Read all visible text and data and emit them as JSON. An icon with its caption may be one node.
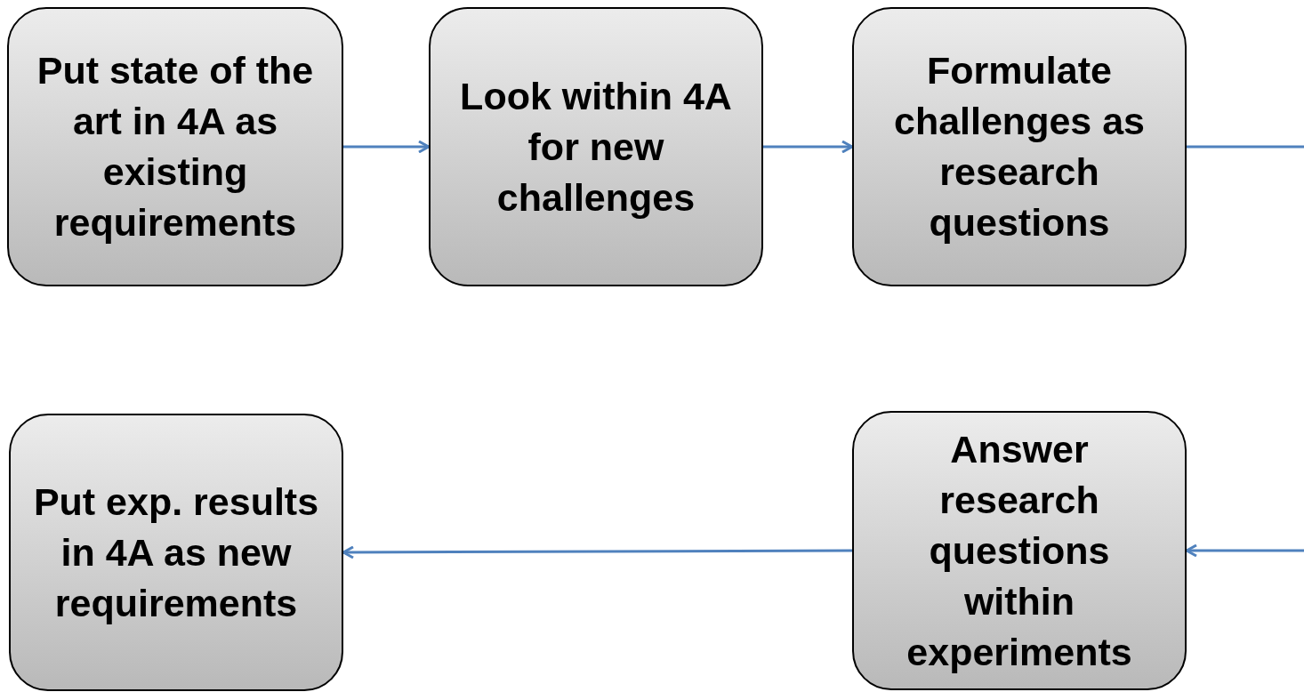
{
  "diagram": {
    "nodes": [
      {
        "text": [
          "Put state of the art in 4A as existing requirements"
        ]
      },
      {
        "text": [
          "Look within 4A for new challenges"
        ]
      },
      {
        "text": [
          "Formulate challenges as research questions"
        ]
      },
      {
        "text": [
          "Put exp. results in 4A as new requirements"
        ]
      },
      {
        "text": [
          "Answer research questions within experiments"
        ]
      }
    ],
    "edges": [
      {
        "from": 0,
        "to": 1,
        "arrow": "to"
      },
      {
        "from": 1,
        "to": 2,
        "arrow": "to"
      },
      {
        "from": 2,
        "to": null,
        "arrow": "none"
      },
      {
        "from": null,
        "to": 4,
        "arrow": "to"
      },
      {
        "from": 4,
        "to": 3,
        "arrow": "to"
      }
    ]
  }
}
